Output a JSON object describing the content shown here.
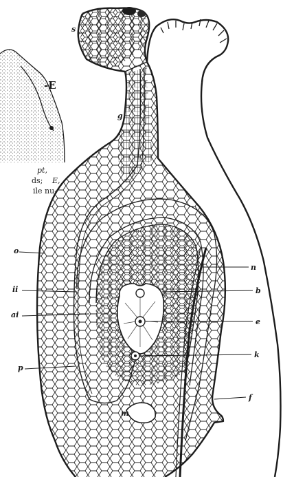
{
  "figure": {
    "labels": {
      "stigma": "s",
      "style": "g",
      "ovary_wall": "o",
      "integument_outer": "ii",
      "integument_inner": "ai",
      "pollen_tube": "p",
      "nucellus": "n",
      "embryo_sac_wall": "b",
      "embryo_sac_nucleus": "e",
      "egg_apparatus": "k",
      "funicle": "f",
      "micropyle": "m"
    },
    "inset": {
      "label_E": "-E",
      "caption_line1_symbol": "pt,",
      "caption_line2_prefix": "ds;",
      "caption_line2_symbol": "E,",
      "caption_line3": "ile nu-"
    }
  },
  "colors": {
    "ink": "#1c1c1c",
    "paper": "#ffffff"
  }
}
